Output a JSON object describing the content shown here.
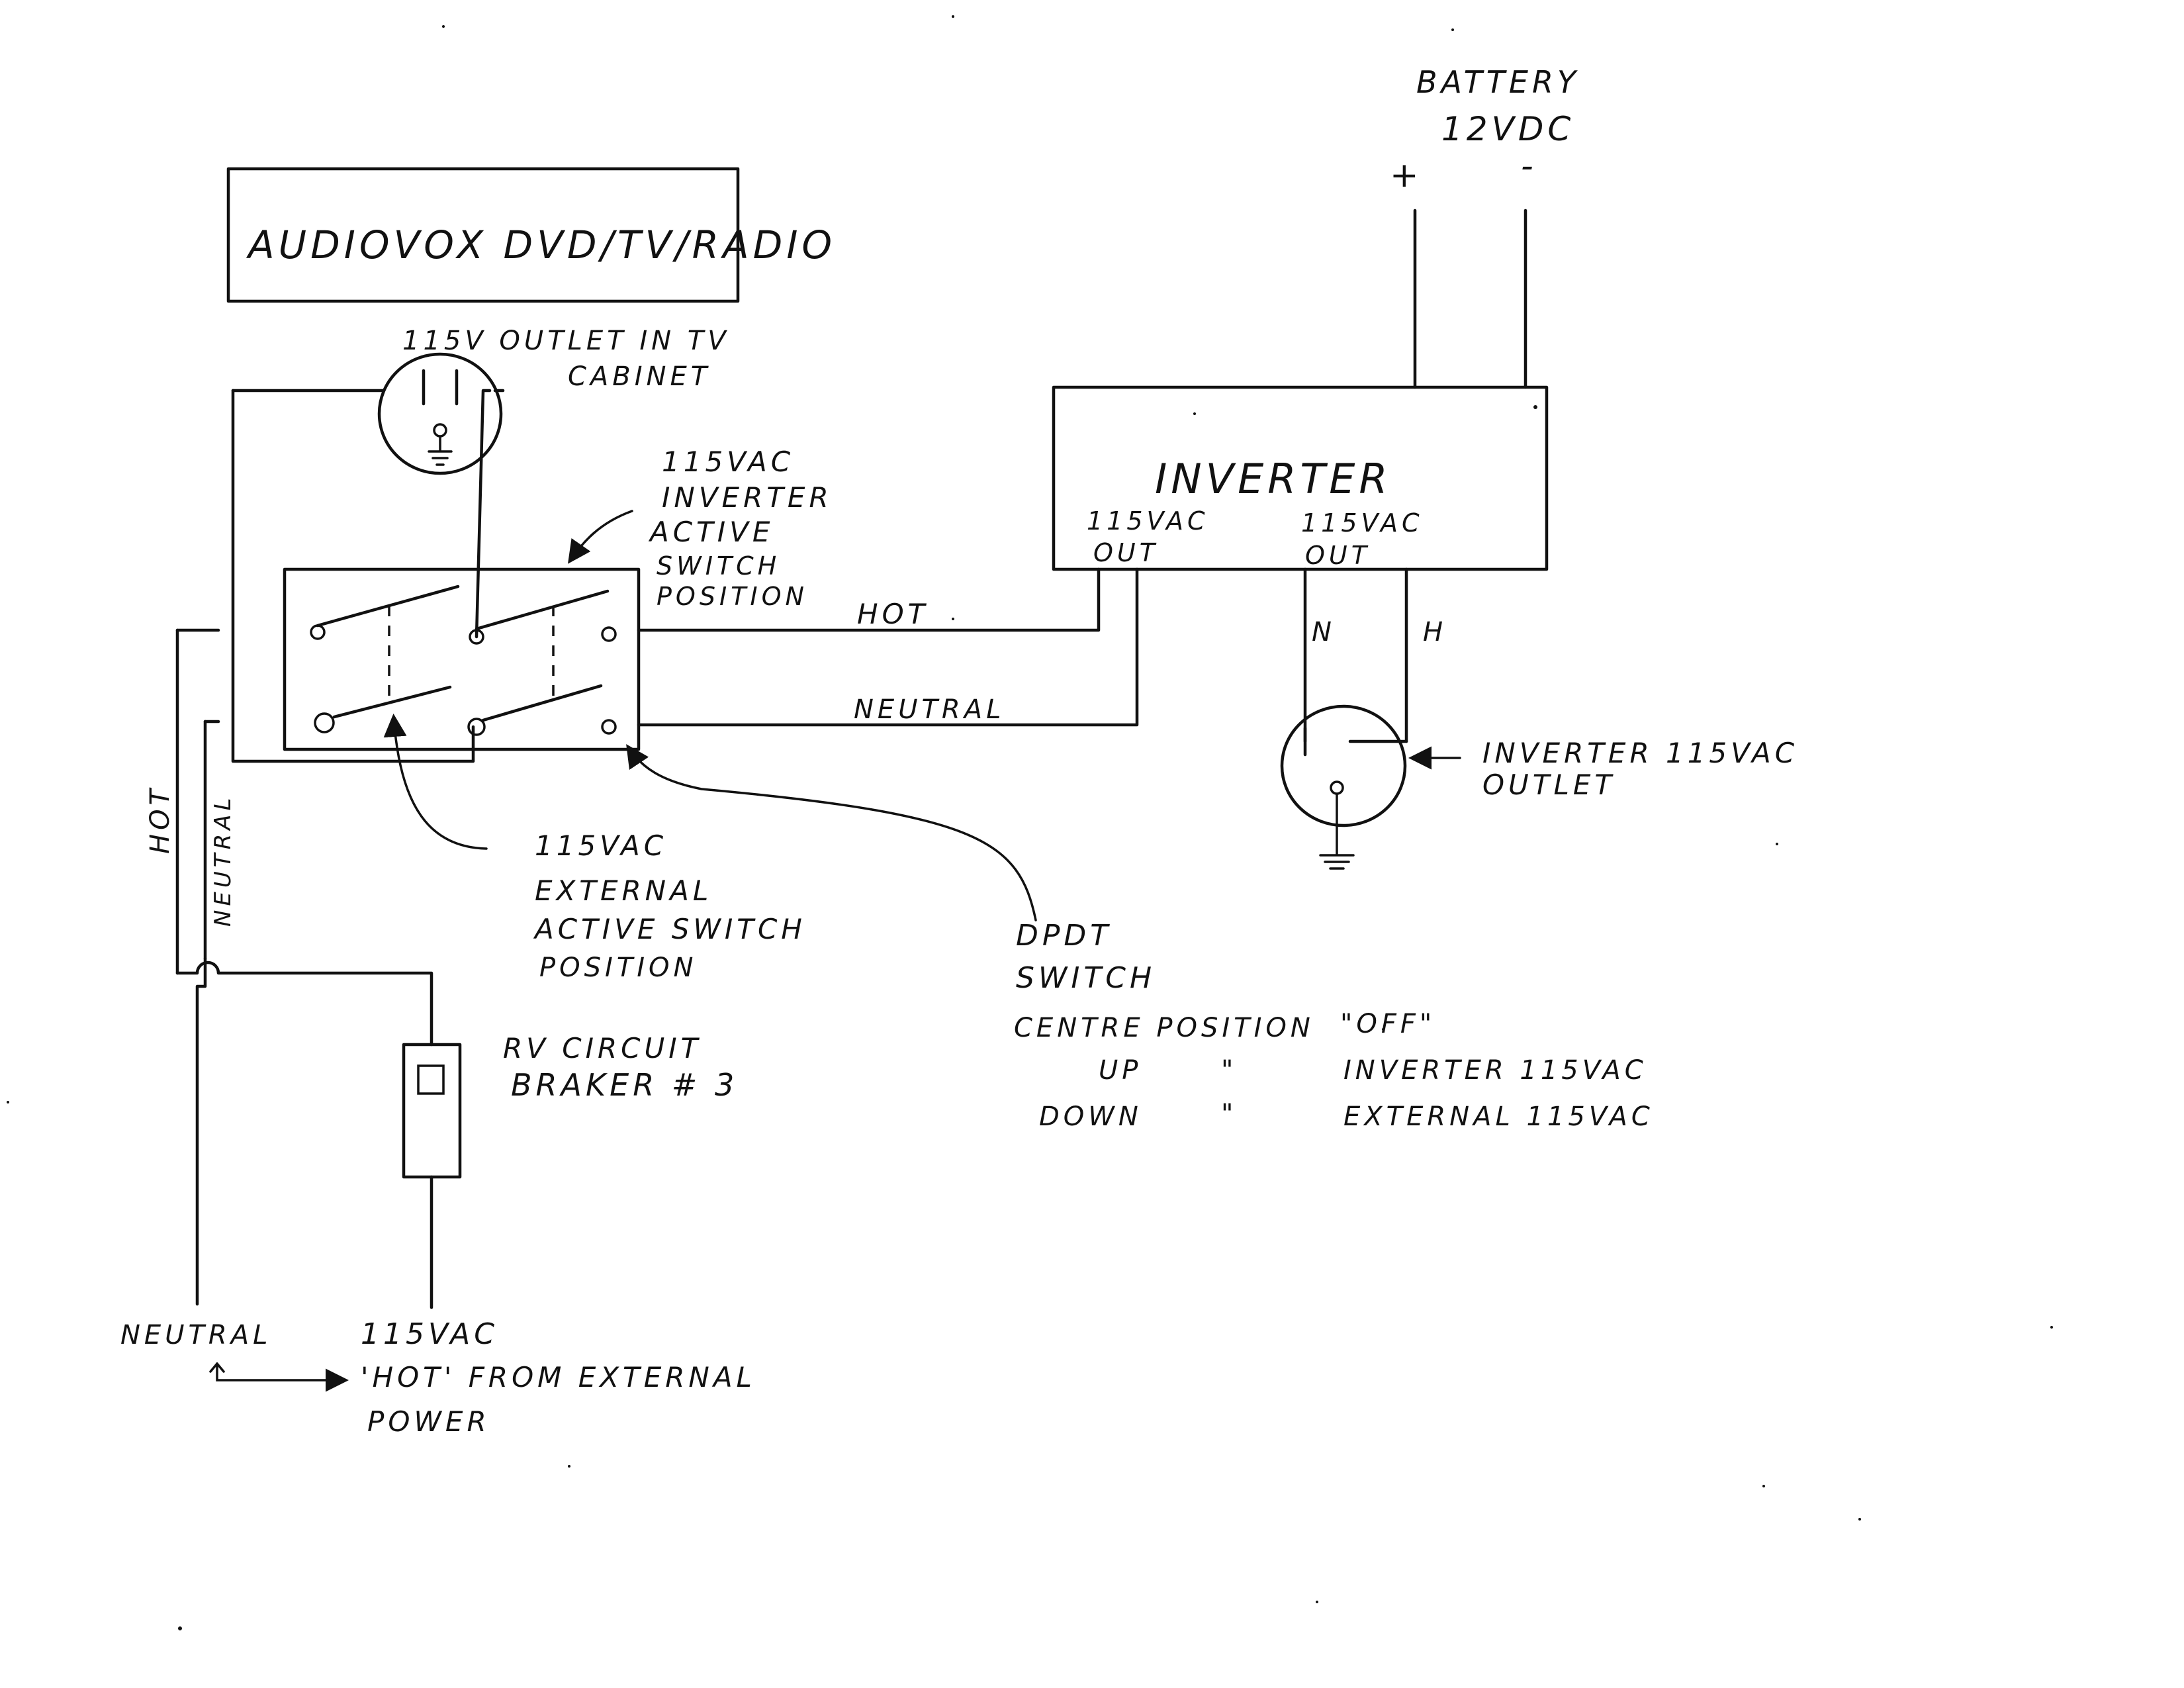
{
  "device": {
    "label": "AUDIOVOX  DVD/TV/RADIO"
  },
  "tv_outlet": {
    "label_line1": "115V OUTLET IN TV",
    "label_line2": "CABINET"
  },
  "battery": {
    "line1": "BATTERY",
    "line2": "12VDC",
    "plus": "+",
    "minus": "-"
  },
  "inverter": {
    "label": "INVERTER",
    "out1_line1": "115VAC",
    "out1_line2": "OUT",
    "out2_line1": "115VAC",
    "out2_line2": "OUT",
    "n_label": "N",
    "h_label": "H"
  },
  "inverter_outlet": {
    "line1": "INVERTER 115VAC",
    "line2": "OUTLET"
  },
  "wires": {
    "hot": "HOT",
    "neutral": "NEUTRAL",
    "left_hot": "HOT",
    "left_neutral": "NEUTRAL"
  },
  "annotations": {
    "inverter_active": [
      "115VAC",
      "INVERTER",
      "ACTIVE",
      "SWITCH",
      "POSITION"
    ],
    "external_active": [
      "115VAC",
      "EXTERNAL",
      "ACTIVE SWITCH",
      "POSITION"
    ]
  },
  "dpdt": {
    "line1": "DPDT",
    "line2": "SWITCH",
    "rows": [
      {
        "pos": "CENTRE POSITION",
        "mark": "",
        "value": "\"OFF\""
      },
      {
        "pos": "UP",
        "mark": "\"",
        "value": "INVERTER 115VAC"
      },
      {
        "pos": "DOWN",
        "mark": "\"",
        "value": "EXTERNAL 115VAC"
      }
    ]
  },
  "breaker": {
    "line1": "RV CIRCUIT",
    "line2": "BRAKER # 3"
  },
  "bottom": {
    "neutral": "NEUTRAL",
    "line1": "115VAC",
    "line2": "'HOT' FROM EXTERNAL",
    "line3": "POWER"
  }
}
